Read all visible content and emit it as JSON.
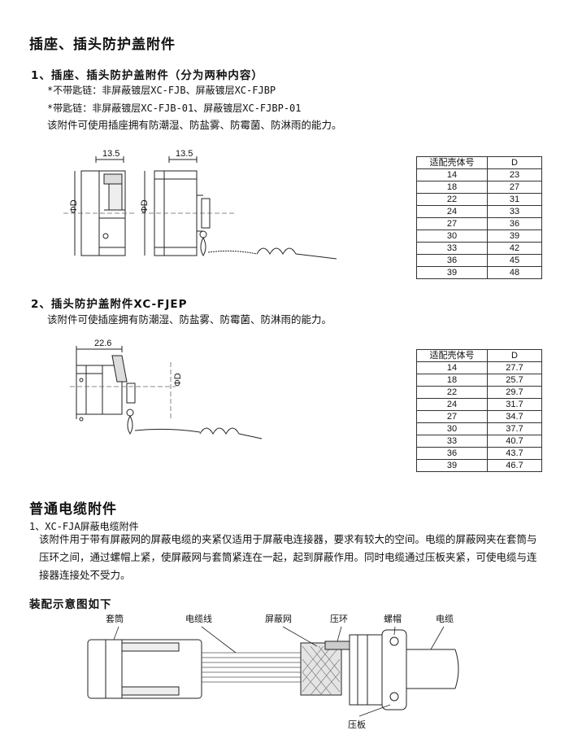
{
  "section1": {
    "title": "插座、插头防护盖附件",
    "item1": {
      "heading": "1、插座、插头防护盖附件（分为两种内容）",
      "line1": "*不带匙链：非屏蔽镀层XC-FJB、屏蔽镀层XC-FJBP",
      "line2": "*带匙链：非屏蔽镀层XC-FJB-01、屏蔽镀层XC-FJBP-01",
      "line3": "该附件可使用插座拥有防潮湿、防盐雾、防霉菌、防淋雨的能力。",
      "drawing": {
        "dim_left": "13.5",
        "dim_right": "13.5",
        "phi_left": "ΦD",
        "phi_right": "ΦD"
      },
      "table": {
        "headers": [
          "适配壳体号",
          "D"
        ],
        "rows": [
          [
            "14",
            "23"
          ],
          [
            "18",
            "27"
          ],
          [
            "22",
            "31"
          ],
          [
            "24",
            "33"
          ],
          [
            "27",
            "36"
          ],
          [
            "30",
            "39"
          ],
          [
            "33",
            "42"
          ],
          [
            "36",
            "45"
          ],
          [
            "39",
            "48"
          ]
        ]
      }
    },
    "item2": {
      "heading": "2、插头防护盖附件XC-FJEP",
      "line1": "该附件可使插座拥有防潮湿、防盐雾、防霉菌、防淋雨的能力。",
      "drawing": {
        "dim": "22.6",
        "phi": "ΦD"
      },
      "table": {
        "headers": [
          "适配壳体号",
          "D"
        ],
        "rows": [
          [
            "14",
            "27.7"
          ],
          [
            "18",
            "25.7"
          ],
          [
            "22",
            "29.7"
          ],
          [
            "24",
            "31.7"
          ],
          [
            "27",
            "34.7"
          ],
          [
            "30",
            "37.7"
          ],
          [
            "33",
            "40.7"
          ],
          [
            "36",
            "43.7"
          ],
          [
            "39",
            "46.7"
          ]
        ]
      }
    }
  },
  "section2": {
    "title": "普通电缆附件",
    "item1_heading": "1、XC-FJA屏蔽电缆附件",
    "paragraph": "该附件用于带有屏蔽网的屏蔽电缆的夹紧仅适用于屏蔽电连接器，要求有较大的空间。电缆的屏蔽网夹在套筒与压环之间，通过螺帽上紧，使屏蔽网与套筒紧连在一起，起到屏蔽作用。同时电缆通过压板夹紧，可使电缆与连接器连接处不受力。",
    "assembly_title": "装配示意图如下",
    "labels": {
      "sleeve": "套筒",
      "wire": "电缆线",
      "shield": "屏蔽网",
      "ring": "压环",
      "nut": "螺帽",
      "cable": "电缆",
      "plate": "压板"
    }
  }
}
